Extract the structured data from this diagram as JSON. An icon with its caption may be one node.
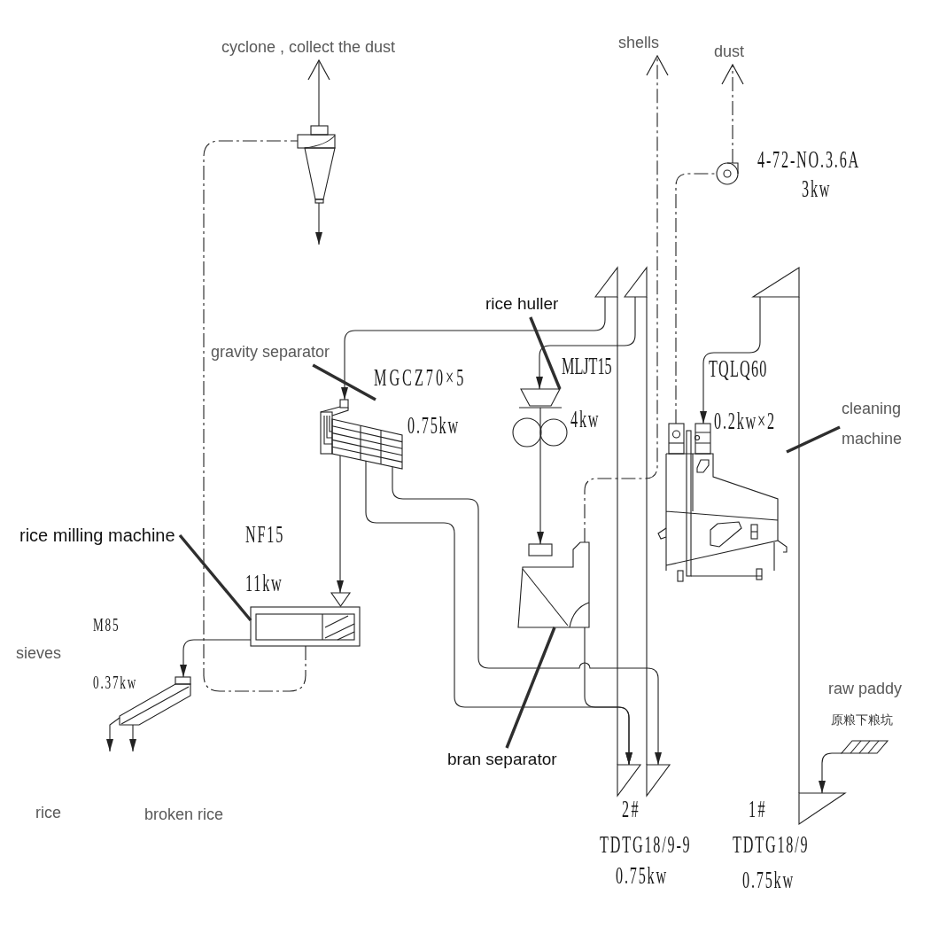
{
  "diagram": {
    "nodes": [
      {
        "text": [
          "cyclone , collect the dust"
        ]
      },
      {
        "text": [
          "shells"
        ]
      },
      {
        "text": [
          "dust"
        ]
      },
      {
        "text": [],
        "shape": "picture"
      },
      {
        "text": [],
        "shape": "picture",
        "beside": [
          "4-72-NO.3.6A",
          "3kw"
        ]
      },
      {
        "text": [],
        "shape": "triangle"
      },
      {
        "text": [],
        "shape": "triangle"
      },
      {
        "text": [],
        "shape": "triangle"
      },
      {
        "text": [
          "rice huller"
        ]
      },
      {
        "text": [
          "gravity separator"
        ]
      },
      {
        "text": [],
        "shape": "picture",
        "beside": [
          "MGCZ70×5",
          "0.75kw"
        ]
      },
      {
        "text": [],
        "shape": "picture",
        "beside": [
          "MLJT15",
          "4kw"
        ]
      },
      {
        "text": [
          "cleaning machine"
        ]
      },
      {
        "text": [],
        "shape": "picture",
        "beside": [
          "TQLQ60",
          "0.2kw×2"
        ]
      },
      {
        "text": [
          "rice milling machine"
        ]
      },
      {
        "text": [],
        "shape": "picture"
      },
      {
        "text": [],
        "shape": "picture",
        "beside": [
          "NF15",
          "11kw"
        ]
      },
      {
        "text": [],
        "shape": "picture",
        "beside": [
          "M85",
          "sieves",
          "0.37kw"
        ]
      },
      {
        "text": [],
        "shape": "picture",
        "beside": [
          "raw paddy",
          "原粮下粮坑"
        ]
      },
      {
        "text": [
          "bran separator"
        ]
      },
      {
        "text": [],
        "shape": "triangle",
        "beside": [
          "2#",
          "TDTG18/9-9",
          "0.75kw"
        ]
      },
      {
        "text": [],
        "shape": "triangle"
      },
      {
        "text": [],
        "shape": "triangle",
        "beside": [
          "1#",
          "TDTG18/9",
          "0.75kw"
        ]
      }
    ],
    "edges": [
      {
        "from": 3,
        "to": 0,
        "arrow": "to"
      },
      {
        "from": 3,
        "to": null,
        "arrow": "to"
      },
      {
        "from": 16,
        "to": 3,
        "arrow": "none",
        "style": "dashed"
      },
      {
        "from": 15,
        "to": 1,
        "arrow": "to",
        "style": "dashed"
      },
      {
        "from": 13,
        "to": 4,
        "arrow": "none",
        "style": "dashed"
      },
      {
        "from": 4,
        "to": 2,
        "arrow": "to",
        "style": "dashed"
      },
      {
        "from": 18,
        "to": 22,
        "arrow": "to"
      },
      {
        "from": 22,
        "to": 7,
        "arrow": "none"
      },
      {
        "from": 7,
        "to": 13,
        "arrow": "to"
      },
      {
        "from": 20,
        "to": 5,
        "arrow": "none"
      },
      {
        "from": 21,
        "to": 6,
        "arrow": "none"
      },
      {
        "from": 5,
        "to": 10,
        "arrow": "to"
      },
      {
        "from": 6,
        "to": 11,
        "arrow": "to"
      },
      {
        "from": 11,
        "to": 15,
        "arrow": "to"
      },
      {
        "from": 10,
        "to": 16,
        "arrow": "to"
      },
      {
        "from": 10,
        "to": 20,
        "arrow": "to"
      },
      {
        "from": 10,
        "to": 21,
        "arrow": "to"
      },
      {
        "from": 15,
        "to": 20,
        "arrow": "to"
      },
      {
        "from": 16,
        "to": 17,
        "arrow": "to"
      },
      {
        "from": 17,
        "to": null,
        "arrow": "to"
      },
      {
        "from": 17,
        "to": null,
        "arrow": "to"
      },
      {
        "from": 8,
        "to": 11,
        "arrow": "none",
        "style": "thick"
      },
      {
        "from": 9,
        "to": 10,
        "arrow": "none",
        "style": "thick"
      },
      {
        "from": 12,
        "to": 13,
        "arrow": "none",
        "style": "thick"
      },
      {
        "from": 14,
        "to": 16,
        "arrow": "none",
        "style": "thick"
      },
      {
        "from": 19,
        "to": 15,
        "arrow": "none",
        "style": "thick"
      }
    ],
    "labels": [
      "rice",
      "broken rice"
    ]
  }
}
